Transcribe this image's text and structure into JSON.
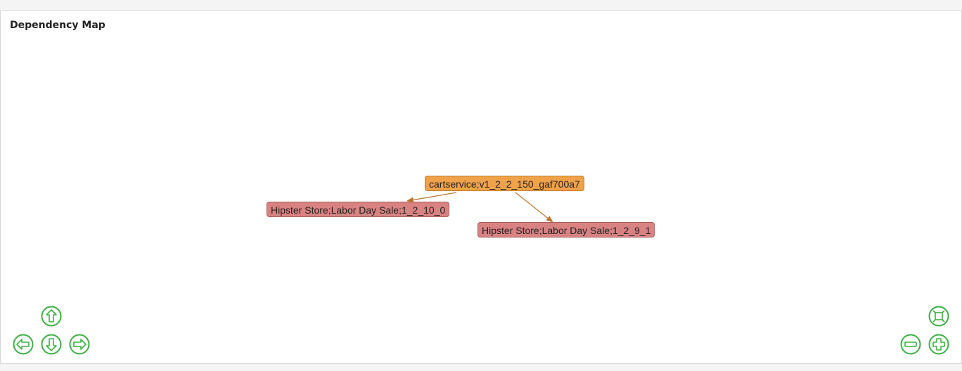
{
  "panel": {
    "title": "Dependency Map"
  },
  "graph": {
    "nodes": [
      {
        "id": "root",
        "label": "cartservice;v1_2_2_150_gaf700a7",
        "color": "#f0a24a",
        "border": "#c07a2a"
      },
      {
        "id": "child-a",
        "label": "Hipster Store;Labor Day Sale;1_2_10_0",
        "color": "#d98282",
        "border": "#a85c5c"
      },
      {
        "id": "child-b",
        "label": "Hipster Store;Labor Day Sale;1_2_9_1",
        "color": "#d98282",
        "border": "#a85c5c"
      }
    ],
    "edges": [
      {
        "from": "root",
        "to": "child-a"
      },
      {
        "from": "root",
        "to": "child-b"
      }
    ],
    "edge_color": "#b8742c"
  },
  "controls": {
    "color": "#3cb043",
    "buttons": [
      "pan-up",
      "pan-left",
      "pan-down",
      "pan-right",
      "fit",
      "zoom-out",
      "zoom-in"
    ]
  }
}
